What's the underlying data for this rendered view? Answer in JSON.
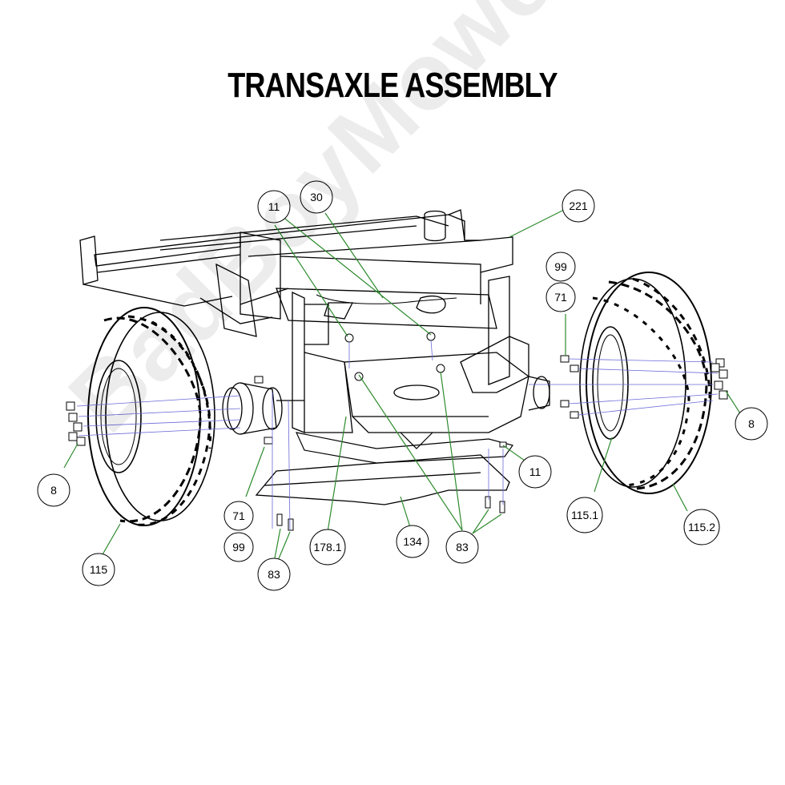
{
  "title": "TRANSAXLE ASSEMBLY",
  "watermark": "BadBoyMowerParts.com",
  "colors": {
    "leader": "#2e8b2e",
    "line": "#000000",
    "guide": "#6a6ad8"
  },
  "callouts": [
    {
      "id": "c11a",
      "label": "11"
    },
    {
      "id": "c30",
      "label": "30"
    },
    {
      "id": "c221",
      "label": "221"
    },
    {
      "id": "c99r",
      "label": "99"
    },
    {
      "id": "c71r",
      "label": "71"
    },
    {
      "id": "c8r",
      "label": "8"
    },
    {
      "id": "c8l",
      "label": "8"
    },
    {
      "id": "c11b",
      "label": "11"
    },
    {
      "id": "c1151",
      "label": "115.1"
    },
    {
      "id": "c1152",
      "label": "115.2"
    },
    {
      "id": "c71l",
      "label": "71"
    },
    {
      "id": "c99l",
      "label": "99"
    },
    {
      "id": "c83l",
      "label": "83"
    },
    {
      "id": "c1781",
      "label": "178.1"
    },
    {
      "id": "c134",
      "label": "134"
    },
    {
      "id": "c83r",
      "label": "83"
    },
    {
      "id": "c115",
      "label": "115"
    }
  ]
}
